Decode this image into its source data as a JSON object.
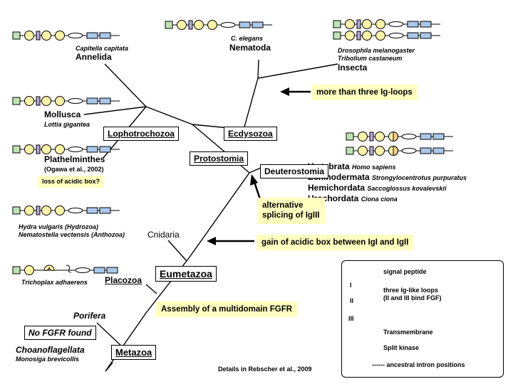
{
  "branches": {
    "annelida": {
      "species": "Capitella capitata",
      "taxon": "Annelida"
    },
    "nematoda": {
      "species": "C. elegans",
      "taxon": "Nematoda"
    },
    "insecta": {
      "species1": "Drosophila melanogaster",
      "species2": "Tribolium castaneum",
      "taxon": "Insecta"
    },
    "mollusca": {
      "taxon": "Mollusca",
      "species": "Lottia gigantea"
    },
    "plathelminthes": {
      "taxon": "Plathelminthes",
      "ref": "(Ogawa et al., 2002)"
    },
    "cnidaria": {
      "species1": "Hydra vulgaris (Hydrozoa)",
      "species2": "Nematostella vectensis (Anthozoa)",
      "taxon": "Cnidaria"
    },
    "placozoa": {
      "species": "Trichoplax adhaerens",
      "taxon": "Placozoa"
    },
    "porifera": {
      "taxon": "Porifera"
    },
    "choanoflagellata": {
      "taxon": "Choanoflagellata",
      "species": "Monosiga brevicollis"
    },
    "deuterostomia": {
      "vertebrata": {
        "taxon": "Vertebrata",
        "species": "Homo sapiens"
      },
      "echinodermata": {
        "taxon": "Echinodermata",
        "species": "Strongylocentrotus purpuratus"
      },
      "hemichordata": {
        "taxon": "Hemichordata",
        "species": "Saccoglossus kovalevskii"
      },
      "urochordata": {
        "taxon": "Urochordata",
        "species": "Ciona ciona"
      }
    }
  },
  "nodes": {
    "lophotrochozoa": "Lophotrochozoa",
    "ecdysozoa": "Ecdysozoa",
    "protostomia": "Protostomia",
    "deuterostomia": "Deuterostomia",
    "eumetazoa": "Eumetazoa",
    "metazoa": "Metazoa"
  },
  "events": {
    "ig_loops": "more than three Ig-loops",
    "alt_splicing_1": "alternative",
    "alt_splicing_2": "splicing of IgIII",
    "acidic_box_gain": "gain of acidic box between IgI and IgII",
    "acidic_box_loss": "loss of acidic box?",
    "assembly": "Assembly of a multidomain FGFR",
    "no_fgfr": "No FGFR found"
  },
  "legend": {
    "signal_peptide": "signal peptide",
    "ig_loops_1": "three Ig-like loops",
    "ig_loops_2": "(II and III bind FGF)",
    "roman_1": "I",
    "roman_2": "II",
    "roman_3": "III",
    "transmembrane": "Transmembrane",
    "split_kinase": "Split kinase",
    "intron": "------ ancestral intron positions"
  },
  "footer": "Details in Rebscher et al., 2009",
  "colors": {
    "signal": "#bfe3b4",
    "ig": "#fdf3a7",
    "acidic": "#b9a6d8",
    "kinase": "#a9c8ea",
    "highlight": "#ffffc0",
    "ig_orange": "#f8cf8c"
  }
}
